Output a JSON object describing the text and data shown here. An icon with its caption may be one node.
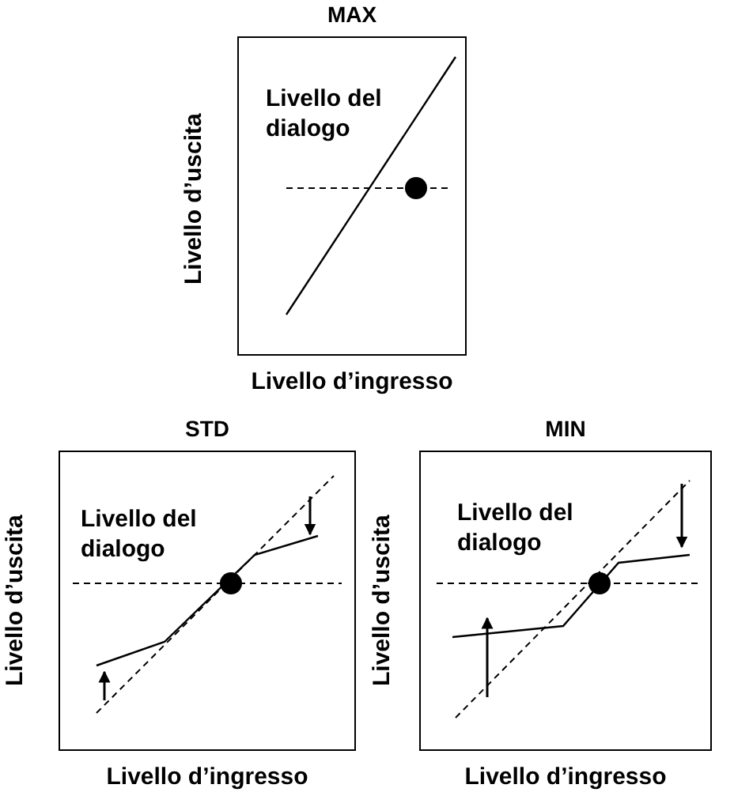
{
  "diagram": {
    "nodes": [
      {
        "text": [
          "MAX",
          "Livello del dialogo"
        ],
        "beside": [
          "Livello d’uscita",
          "Livello d’ingresso"
        ]
      },
      {
        "text": [
          "STD",
          "Livello del dialogo"
        ],
        "beside": [
          "Livello d’uscita",
          "Livello d’ingresso"
        ]
      },
      {
        "text": [
          "MIN",
          "Livello del dialogo"
        ],
        "beside": [
          "Livello d’uscita",
          "Livello d’ingresso"
        ]
      }
    ]
  }
}
